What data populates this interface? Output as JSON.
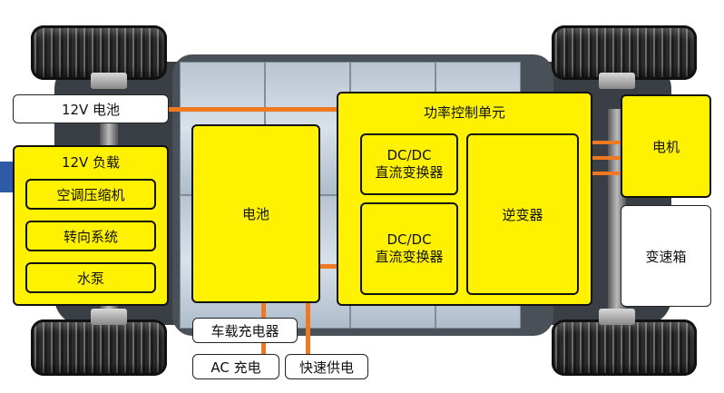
{
  "colors": {
    "component_fill": "#fff200",
    "wire": "#f07820",
    "accent_band": "#2f5aa8"
  },
  "battery_12v": {
    "label": "12V 电池"
  },
  "loads_12v": {
    "title": "12V 负载",
    "items": [
      "空调压缩机",
      "转向系统",
      "水泵"
    ]
  },
  "main_battery": {
    "label": "电池"
  },
  "pcu": {
    "title": "功率控制单元",
    "dcdc_upper": {
      "line1": "DC/DC",
      "line2": "直流变换器"
    },
    "dcdc_lower": {
      "line1": "DC/DC",
      "line2": "直流变换器"
    },
    "inverter": {
      "label": "逆变器"
    }
  },
  "motor": {
    "label": "电机"
  },
  "gearbox": {
    "label": "变速箱"
  },
  "onboard_charger": {
    "label": "车载充电器"
  },
  "ac_charging": {
    "label": "AC 充电"
  },
  "fast_charging": {
    "label": "快速供电"
  }
}
